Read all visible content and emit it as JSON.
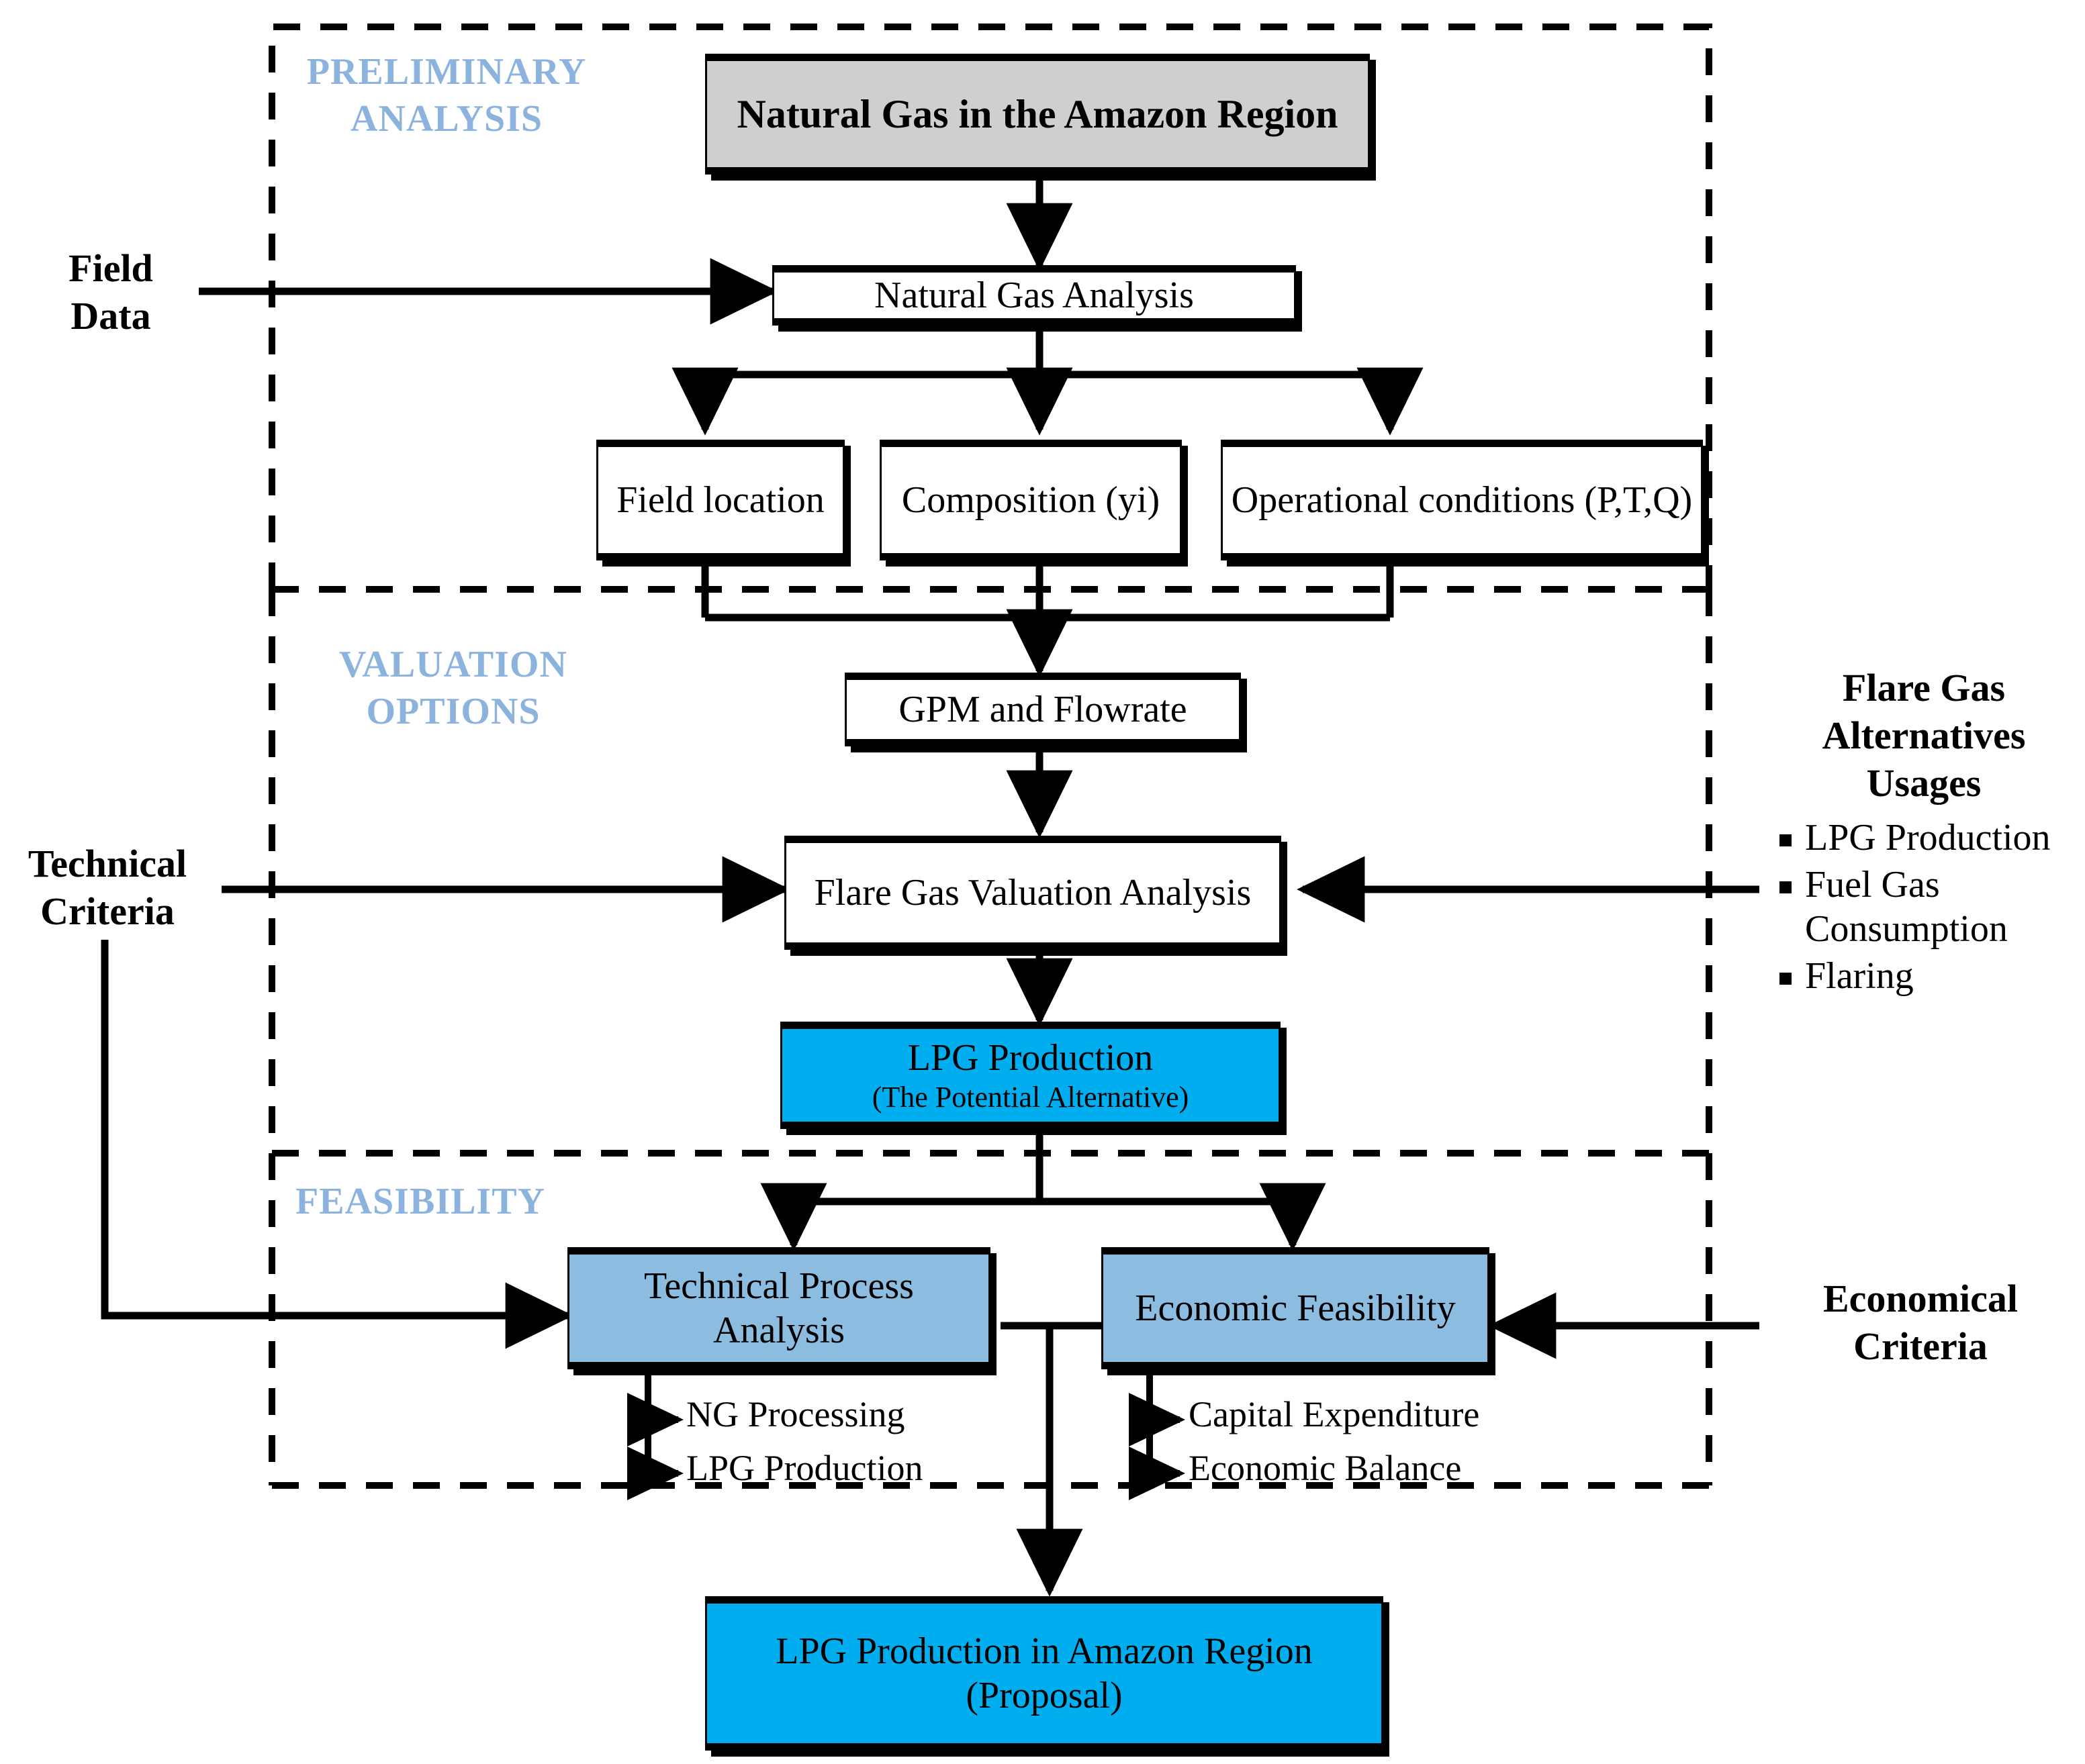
{
  "sections": [
    {
      "id": "preliminary",
      "caption": "PRELIMINARY\nANALYSIS"
    },
    {
      "id": "valuation",
      "caption": "VALUATION\nOPTIONS"
    },
    {
      "id": "feasibility",
      "caption": "FEASIBILITY"
    }
  ],
  "nodes": {
    "source": {
      "label": "Natural Gas in the Amazon Region",
      "fill": "#cfcfcf"
    },
    "ng_analysis": {
      "label": "Natural Gas Analysis",
      "fill": "#ffffff"
    },
    "field_location": {
      "label": "Field location",
      "fill": "#ffffff"
    },
    "composition": {
      "label": "Composition (yi)",
      "fill": "#ffffff"
    },
    "op_conditions": {
      "label": "Operational conditions (P,T,Q)",
      "fill": "#ffffff"
    },
    "gpm": {
      "label": "GPM and Flowrate",
      "fill": "#ffffff"
    },
    "flare_val": {
      "label": "Flare Gas Valuation Analysis",
      "fill": "#ffffff"
    },
    "lpg_potential": {
      "label_main": "LPG Production",
      "label_sub": "(The Potential Alternative)",
      "fill": "#00AEEF"
    },
    "tech_process": {
      "label": "Technical Process Analysis",
      "fill": "#8CBDE0"
    },
    "econ_feas": {
      "label": "Economic Feasibility",
      "fill": "#8CBDE0"
    },
    "final": {
      "label": "LPG Production in Amazon Region  (Proposal)",
      "fill": "#00AEEF"
    }
  },
  "branches": {
    "tech": [
      "NG Processing",
      "LPG Production"
    ],
    "econ": [
      "Capital Expenditure",
      "Economic Balance"
    ]
  },
  "side_labels": {
    "field_data": "Field\nData",
    "technical_criteria": "Technical\nCriteria",
    "economical_criteria": "Economical\nCriteria"
  },
  "alternatives": {
    "title": "Flare Gas Alternatives Usages",
    "items": [
      "LPG Production",
      "Fuel Gas Consumption",
      "Flaring"
    ]
  },
  "colors": {
    "section_caption": "#8CB3DE",
    "cyan": "#00AEEF",
    "steel_blue": "#8CBDE0",
    "gray": "#cfcfcf",
    "line": "#000000"
  }
}
